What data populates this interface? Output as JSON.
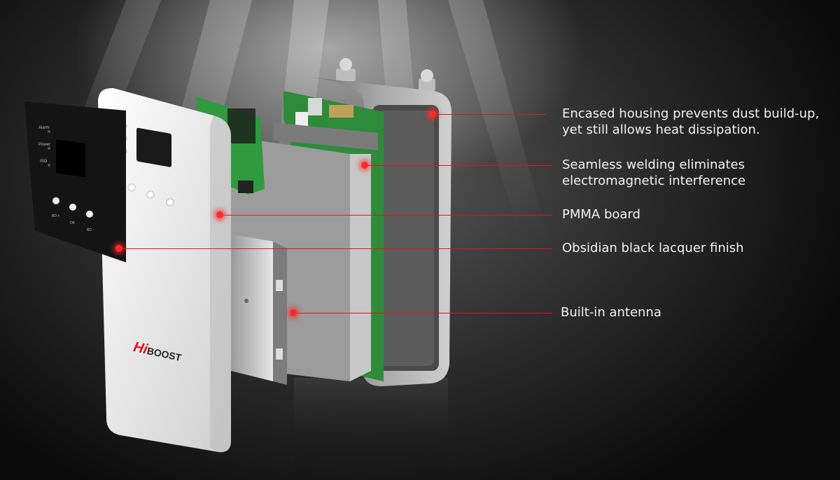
{
  "product": {
    "brand_prefix": "Hi",
    "brand_suffix": "BOOST",
    "led_labels": [
      "Alarm",
      "Power",
      "ISO"
    ],
    "button_labels": [
      "BD +",
      "OK",
      "BD -"
    ]
  },
  "colors": {
    "accent": "#e0141e",
    "callout_text": "#f2f2f2",
    "housing": "#d6d6d6",
    "pcb_green": "#2e8b3a",
    "panel_black": "#141414"
  },
  "callouts": [
    {
      "id": "housing",
      "lines": [
        "Encased housing prevents dust build-up,",
        "yet still allows heat dissipation."
      ]
    },
    {
      "id": "welding",
      "lines": [
        "Seamless welding eliminates",
        "electromagnetic interference"
      ]
    },
    {
      "id": "pmma",
      "lines": [
        "PMMA board"
      ]
    },
    {
      "id": "lacquer",
      "lines": [
        "Obsidian black lacquer finish"
      ]
    },
    {
      "id": "antenna",
      "lines": [
        "Built-in antenna"
      ]
    }
  ]
}
